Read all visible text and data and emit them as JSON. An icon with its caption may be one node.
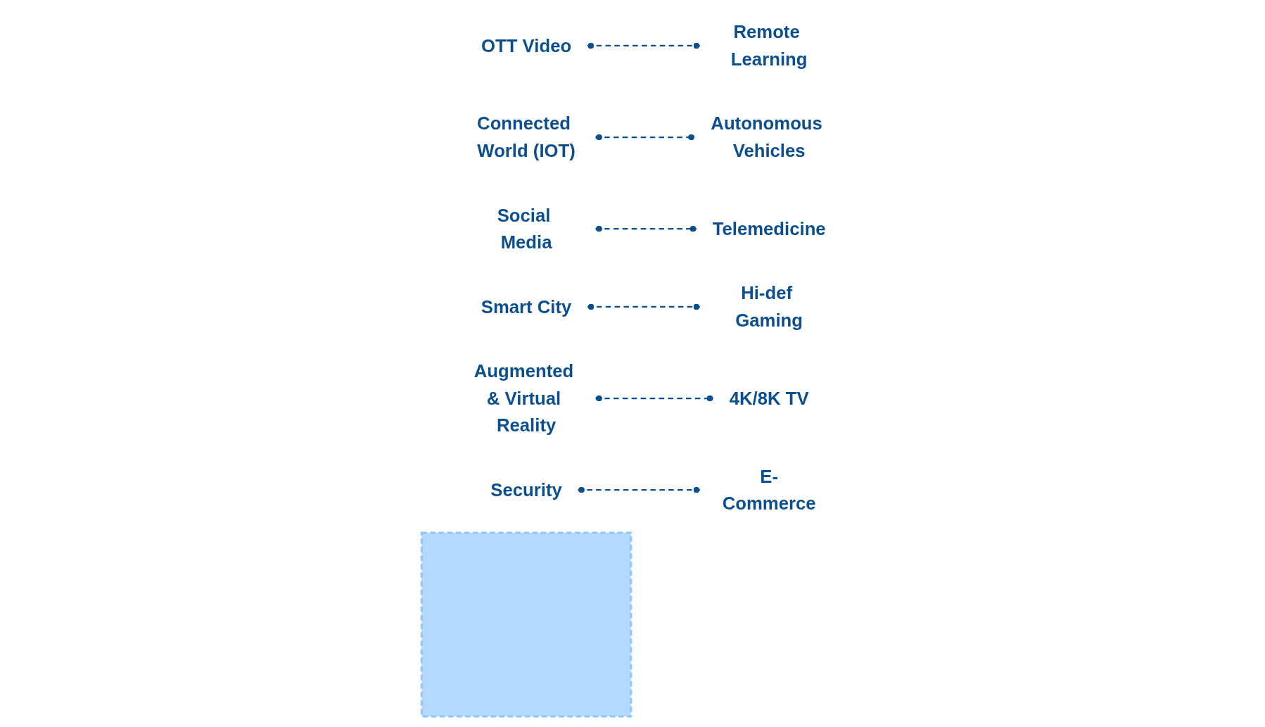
{
  "diagram": {
    "nodes": [
      {
        "text": [
          "OTT Video"
        ]
      },
      {
        "text": [
          "Connected World (IOT)"
        ]
      },
      {
        "text": [
          "Social Media"
        ]
      },
      {
        "text": [
          "Smart City"
        ]
      },
      {
        "text": [
          "Augmented & Virtual Reality"
        ]
      },
      {
        "text": [
          "Security"
        ]
      },
      {
        "text": [],
        "shape": "box"
      },
      {
        "text": [
          "Remote Learning"
        ]
      },
      {
        "text": [
          "Autonomous Vehicles"
        ]
      },
      {
        "text": [
          "4K/8K TV"
        ]
      },
      {
        "text": [
          "Hi-def Gaming"
        ]
      },
      {
        "text": [
          "Telemedicine"
        ]
      },
      {
        "text": [
          "E-Commerce"
        ]
      }
    ],
    "edges": [
      {
        "from": 0,
        "to": 7,
        "arrow": "other",
        "style": "dashed"
      },
      {
        "from": 1,
        "to": 8,
        "arrow": "other",
        "style": "dashed"
      },
      {
        "from": 2,
        "to": 11,
        "arrow": "other",
        "style": "dashed"
      },
      {
        "from": 3,
        "to": 10,
        "arrow": "other",
        "style": "dashed"
      },
      {
        "from": 4,
        "to": 9,
        "arrow": "other",
        "style": "dashed"
      },
      {
        "from": 5,
        "to": 12,
        "arrow": "other",
        "style": "dashed"
      }
    ]
  }
}
